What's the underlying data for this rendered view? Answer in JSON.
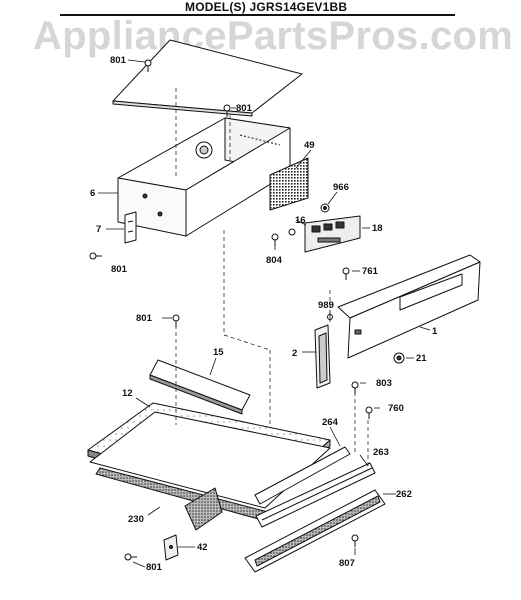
{
  "header": {
    "model": "MODEL(S) JGRS14GEV1BB"
  },
  "watermark": "AppliancePartsPros.com",
  "callouts": {
    "c801a": "801",
    "c801b": "801",
    "c801c": "801",
    "c801d": "801",
    "c801e": "801",
    "c49": "49",
    "c966": "966",
    "c6": "6",
    "c7": "7",
    "c16": "16",
    "c18": "18",
    "c804": "804",
    "c761": "761",
    "c989": "989",
    "c1": "1",
    "c2": "2",
    "c21": "21",
    "c15": "15",
    "c12": "12",
    "c803": "803",
    "c760": "760",
    "c264": "264",
    "c263": "263",
    "c262": "262",
    "c230": "230",
    "c42": "42",
    "c807": "807"
  }
}
